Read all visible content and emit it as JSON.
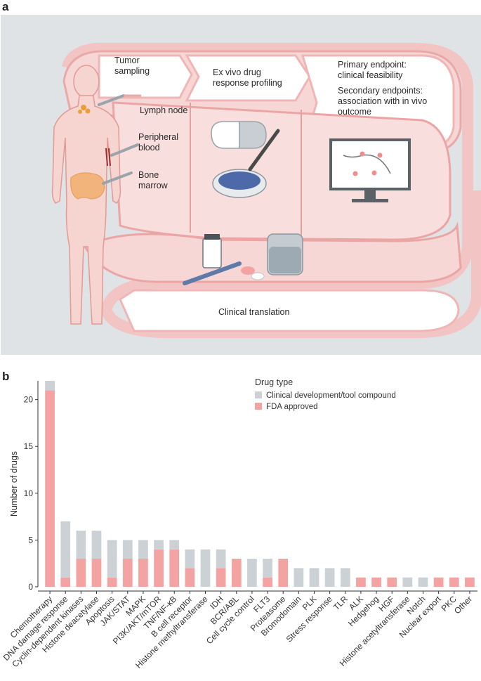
{
  "panel_a": {
    "letter": "a",
    "steps": {
      "tumor_sampling": [
        "Tumor",
        "sampling"
      ],
      "ex_vivo": [
        "Ex vivo drug",
        "response profiling"
      ],
      "primary_endpoint": [
        "Primary endpoint:",
        "clinical feasibility"
      ],
      "secondary_endpoints": [
        "Secondary endpoints:",
        "association with in vivo",
        "outcome"
      ],
      "clinical_translation": "Clinical translation"
    },
    "sites": {
      "lymph_node": "Lymph node",
      "peripheral_blood": [
        "Peripheral",
        "blood"
      ],
      "bone_marrow": [
        "Bone",
        "marrow"
      ]
    },
    "colors": {
      "background": "#dfe3e6",
      "band": "#f2c4c4",
      "band_edge": "#e9a3a3",
      "accent": "#ef8f8f"
    }
  },
  "panel_b": {
    "letter": "b",
    "chart_data": {
      "type": "bar",
      "stacked": true,
      "ylabel": "Number of drugs",
      "ylim": [
        0,
        22
      ],
      "yticks": [
        0,
        5,
        10,
        15,
        20
      ],
      "legend_title": "Drug type",
      "legend_position": "top-right",
      "categories": [
        "Chemotherapy",
        "DNA damage response",
        "Cyclin-dependent kinases",
        "Histone deacetylase",
        "Apoptosis",
        "JAK/STAT",
        "MAPK",
        "PI3K/AKT/mTOR",
        "TNF/NF-κB",
        "B cell receptor",
        "Histone methyltransferase",
        "IDH",
        "BCR/ABL",
        "Cell cycle control",
        "FLT3",
        "Proteasome",
        "Bromodomain",
        "PLK",
        "Stress response",
        "TLR",
        "ALK",
        "Hedgehog",
        "HGF",
        "Histone acetyltransferase",
        "Notch",
        "Nuclear export",
        "PKC",
        "Other"
      ],
      "series": [
        {
          "name": "FDA approved",
          "color": "#f4a3a3",
          "values": [
            21,
            1,
            3,
            3,
            1,
            3,
            3,
            4,
            4,
            2,
            0,
            2,
            3,
            0,
            1,
            3,
            0,
            0,
            0,
            0,
            1,
            1,
            1,
            0,
            0,
            1,
            1,
            1
          ]
        },
        {
          "name": "Clinical development/tool compound",
          "color": "#ccd1d5",
          "values": [
            1,
            6,
            3,
            3,
            4,
            2,
            2,
            1,
            1,
            2,
            4,
            2,
            0,
            3,
            2,
            0,
            2,
            2,
            2,
            2,
            0,
            0,
            0,
            1,
            1,
            0,
            0,
            0
          ]
        }
      ],
      "legend_order": [
        "Clinical development/tool compound",
        "FDA approved"
      ]
    }
  }
}
